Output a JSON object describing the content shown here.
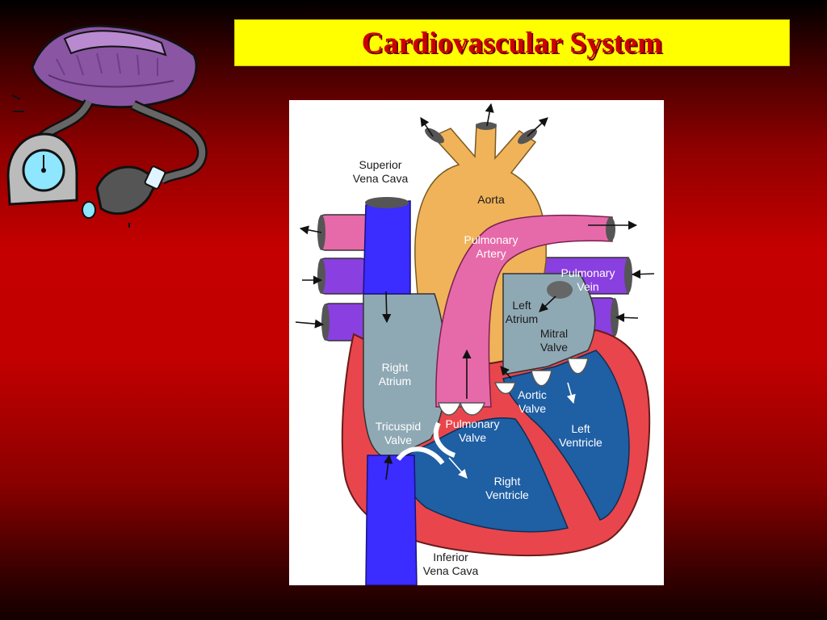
{
  "title": "Cardiovascular System",
  "colors": {
    "banner": "#ffff00",
    "title_text": "#cc0000",
    "aorta": "#f0b35a",
    "pulmonary_artery": "#e66aa9",
    "vena_cava": "#3b2cff",
    "pulmonary_vein": "#8a3fe0",
    "atrium": "#8fa9b4",
    "ventricle": "#1f5fa4",
    "myocardium": "#e8464c"
  },
  "icons": [
    "blood-pressure-cuff-icon"
  ],
  "diagram": {
    "labels": {
      "superior_vena_cava": "Superior\nVena Cava",
      "aorta": "Aorta",
      "pulmonary_artery": "Pulmonary\nArtery",
      "pulmonary_vein": "Pulmonary\nVein",
      "left_atrium": "Left\nAtrium",
      "mitral_valve": "Mitral\nValve",
      "right_atrium": "Right\nAtrium",
      "aortic_valve": "Aortic\nValve",
      "tricuspid_valve": "Tricuspid\nValve",
      "pulmonary_valve": "Pulmonary\nValve",
      "left_ventricle": "Left\nVentricle",
      "right_ventricle": "Right\nVentricle",
      "inferior_vena_cava": "Inferior\nVena Cava"
    }
  }
}
